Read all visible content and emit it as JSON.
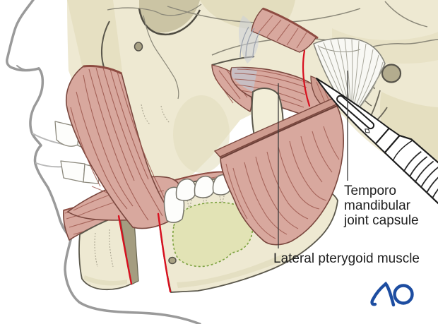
{
  "illustration": {
    "labels": {
      "tmj_capsule": {
        "line1": "Temporo",
        "line2": "mandibular",
        "line3": "joint capsule"
      },
      "lateral_pterygoid": "Lateral pterygoid muscle"
    },
    "logo_text": "AO",
    "colors": {
      "bone": "#eee9d2",
      "bone_shade": "#e3ddbe",
      "bone_dark": "#cbc4a4",
      "muscle": "#d8a89e",
      "muscle_fiber": "#9c564c",
      "muscle_cut_edge": "#8e4c42",
      "tendon_gray": "#c3c6cf",
      "tmj_capsule_white": "#f8f8f4",
      "incision_red": "#d8101f",
      "osteotomy_green": "#7ca23f",
      "osteotomy_fill": "#dfe2b0",
      "profile_gray": "#9a9a9a",
      "label_text": "#1f1f1f",
      "logo_blue": "#1d4da1"
    }
  }
}
